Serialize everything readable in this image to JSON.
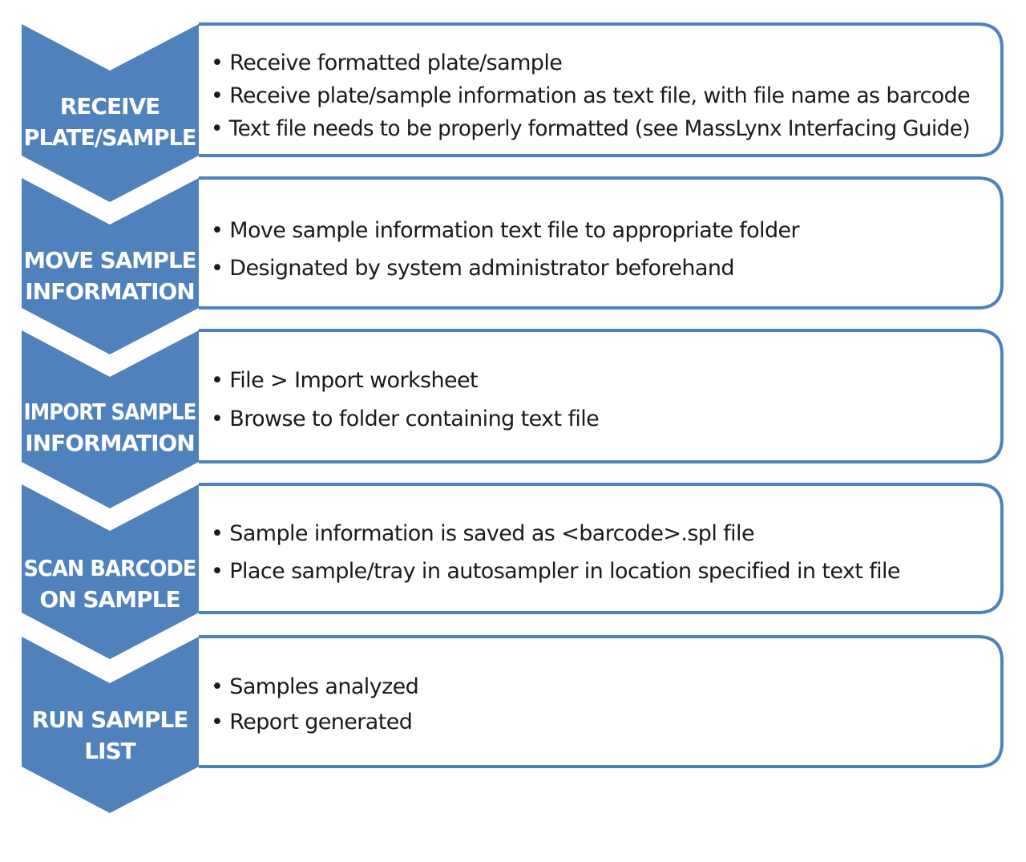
{
  "colors": {
    "accent": "#4f81bd",
    "box_fill": "#ffffff",
    "label_text": "#ffffff",
    "body_text": "#1a1a1a"
  },
  "steps": [
    {
      "label_lines": [
        "RECEIVE",
        "PLATE/SAMPLE"
      ],
      "bullets": [
        "• Receive formatted plate/sample",
        "• Receive plate/sample information as text file, with file name as barcode",
        "• Text file needs to be properly formatted (see MassLynx Interfacing Guide)"
      ]
    },
    {
      "label_lines": [
        "MOVE SAMPLE",
        "INFORMATION"
      ],
      "bullets": [
        "• Move sample information text file to appropriate folder",
        "• Designated by system administrator beforehand"
      ]
    },
    {
      "label_lines": [
        "IMPORT SAMPLE",
        "INFORMATION"
      ],
      "bullets": [
        "• File > Import worksheet",
        "• Browse to folder containing text file"
      ]
    },
    {
      "label_lines": [
        "SCAN BARCODE",
        "ON SAMPLE"
      ],
      "bullets": [
        "• Sample information is saved as <barcode>.spl file",
        "• Place sample/tray in autosampler in location specified in text file"
      ]
    },
    {
      "label_lines": [
        "RUN SAMPLE",
        "LIST"
      ],
      "bullets": [
        "• Samples analyzed",
        "• Report generated"
      ]
    }
  ]
}
